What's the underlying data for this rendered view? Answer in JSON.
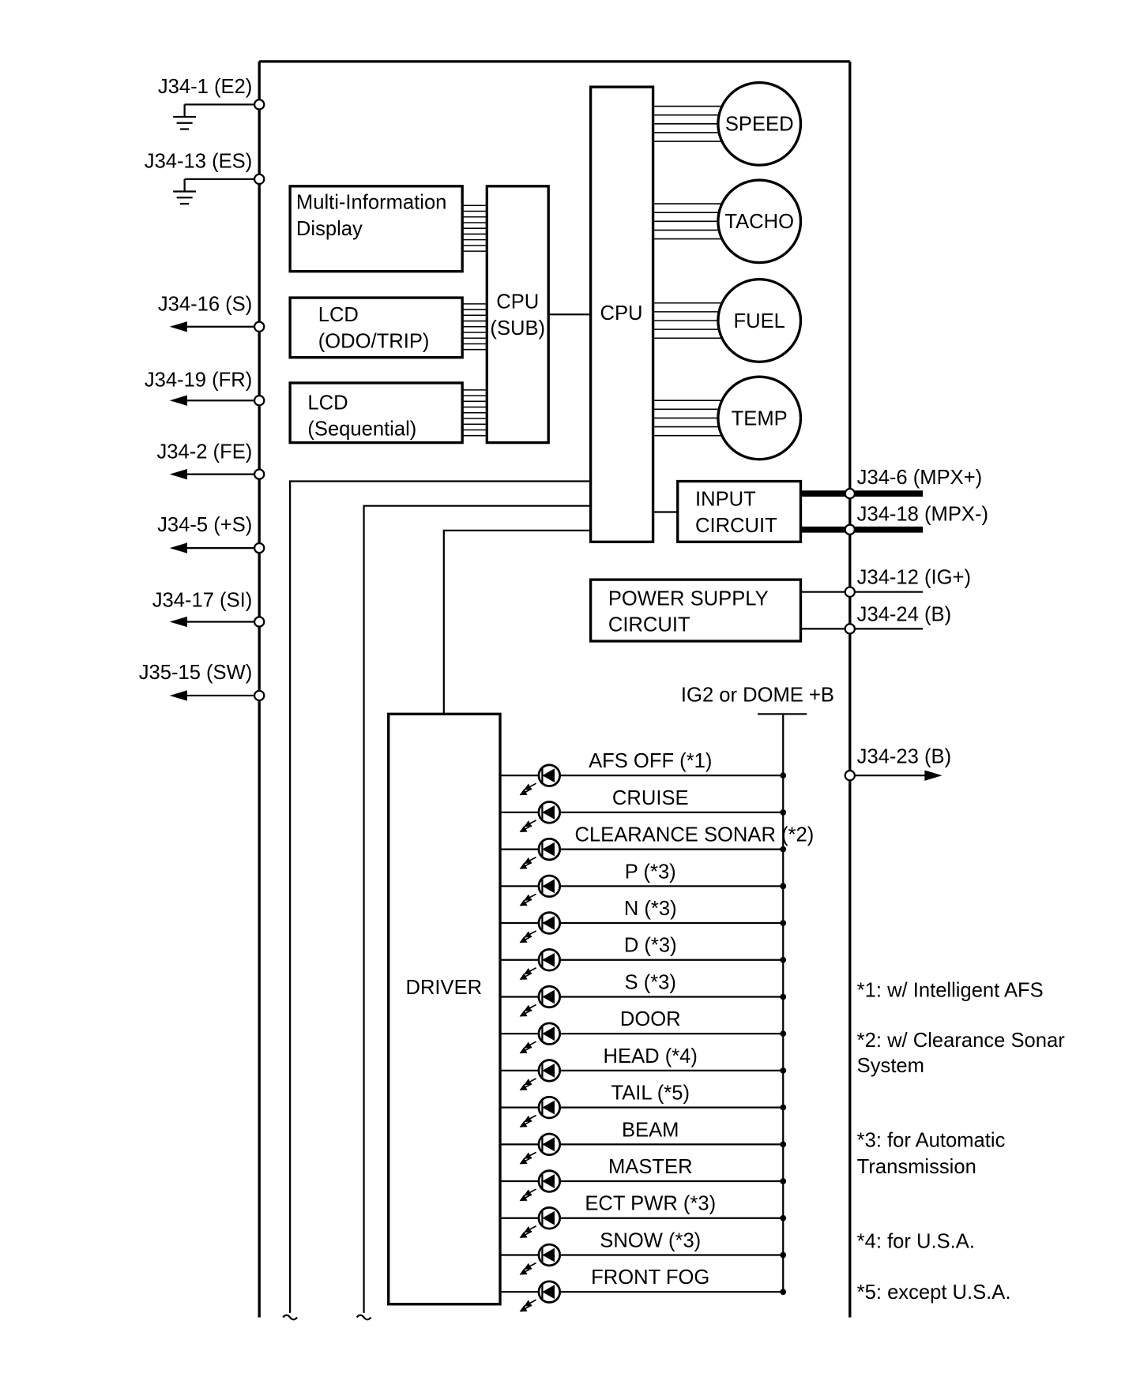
{
  "terminals": {
    "left": [
      "J34-1 (E2)",
      "J34-13 (ES)",
      "J34-16 (S)",
      "J34-19 (FR)",
      "J34-2 (FE)",
      "J34-5 (+S)",
      "J34-17 (SI)",
      "J35-15 (SW)"
    ],
    "right": [
      "J34-6 (MPX+)",
      "J34-18 (MPX-)",
      "J34-12 (IG+)",
      "J34-24 (B)",
      "J34-23 (B)"
    ]
  },
  "blocks": {
    "multi_information_display": [
      "Multi-Information",
      "Display"
    ],
    "lcd_odo_trip": [
      "LCD",
      "(ODO/TRIP)"
    ],
    "lcd_sequential": [
      "LCD",
      "(Sequential)"
    ],
    "cpu_sub": [
      "CPU",
      "(SUB)"
    ],
    "cpu": "CPU",
    "input_circuit": [
      "INPUT",
      "CIRCUIT"
    ],
    "power_supply_circuit": [
      "POWER SUPPLY",
      "CIRCUIT"
    ],
    "driver": "DRIVER"
  },
  "gauges": [
    "SPEED",
    "TACHO",
    "FUEL",
    "TEMP"
  ],
  "supply_label": "IG2 or DOME +B",
  "indicators": [
    "AFS OFF (*1)",
    "CRUISE",
    "CLEARANCE SONAR (*2)",
    "P (*3)",
    "N (*3)",
    "D (*3)",
    "S (*3)",
    "DOOR",
    "HEAD (*4)",
    "TAIL (*5)",
    "BEAM",
    "MASTER",
    "ECT PWR (*3)",
    "SNOW (*3)",
    "FRONT FOG"
  ],
  "notes": [
    [
      "*1: w/ Intelligent AFS"
    ],
    [
      "*2: w/ Clearance Sonar",
      "System"
    ],
    [
      "*3: for Automatic",
      "Transmission"
    ],
    [
      "*4: for U.S.A."
    ],
    [
      "*5: except U.S.A."
    ]
  ]
}
